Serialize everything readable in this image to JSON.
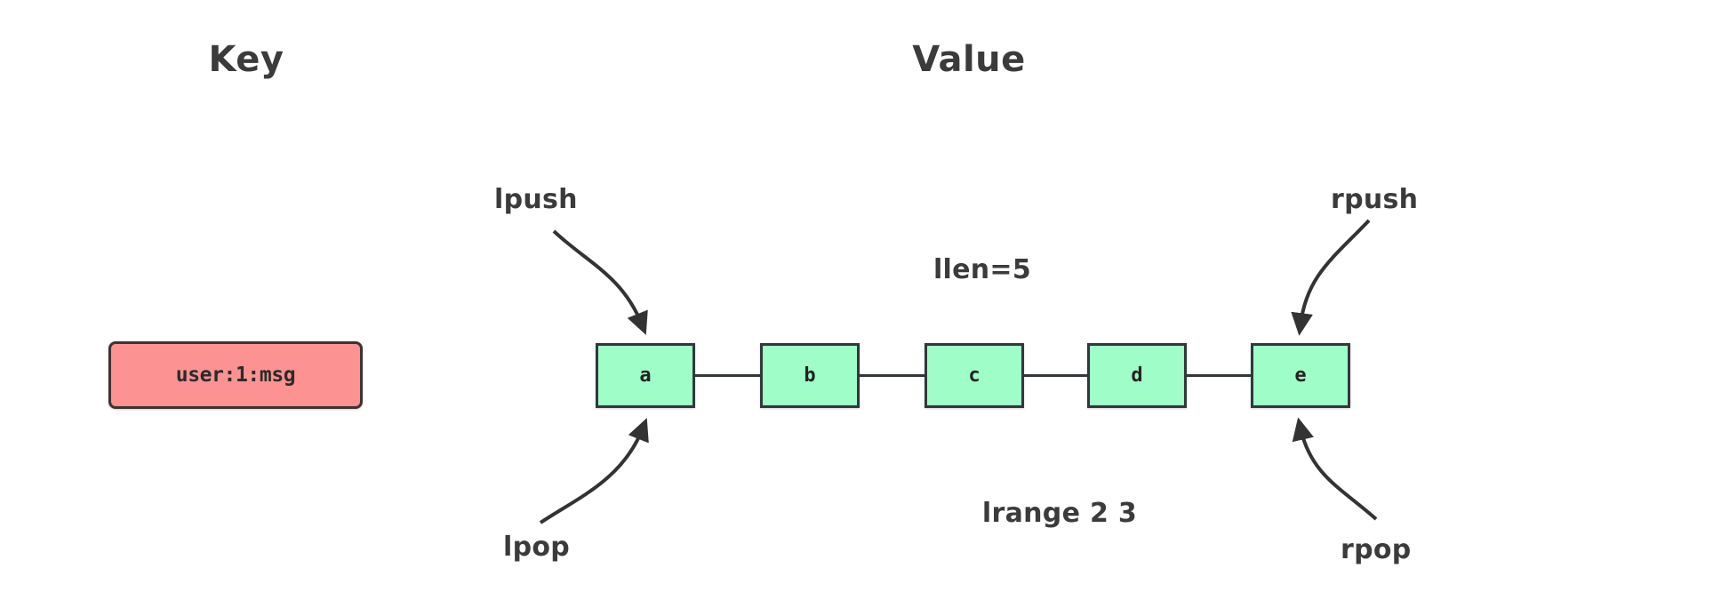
{
  "columns": {
    "key_title": "Key",
    "value_title": "Value"
  },
  "key": {
    "label": "user:1:msg",
    "fill_color": "#fd9292",
    "border_color": "#3d3432"
  },
  "list": {
    "fill_color": "#9ffdc8",
    "border_color": "#33383a",
    "nodes": [
      {
        "label": "a"
      },
      {
        "label": "b"
      },
      {
        "label": "c"
      },
      {
        "label": "d"
      },
      {
        "label": "e"
      }
    ]
  },
  "annotations": {
    "lpush": "lpush",
    "rpush": "rpush",
    "lpop": "lpop",
    "rpop": "rpop",
    "llen": "llen=5",
    "lrange": "lrange 2 3"
  }
}
